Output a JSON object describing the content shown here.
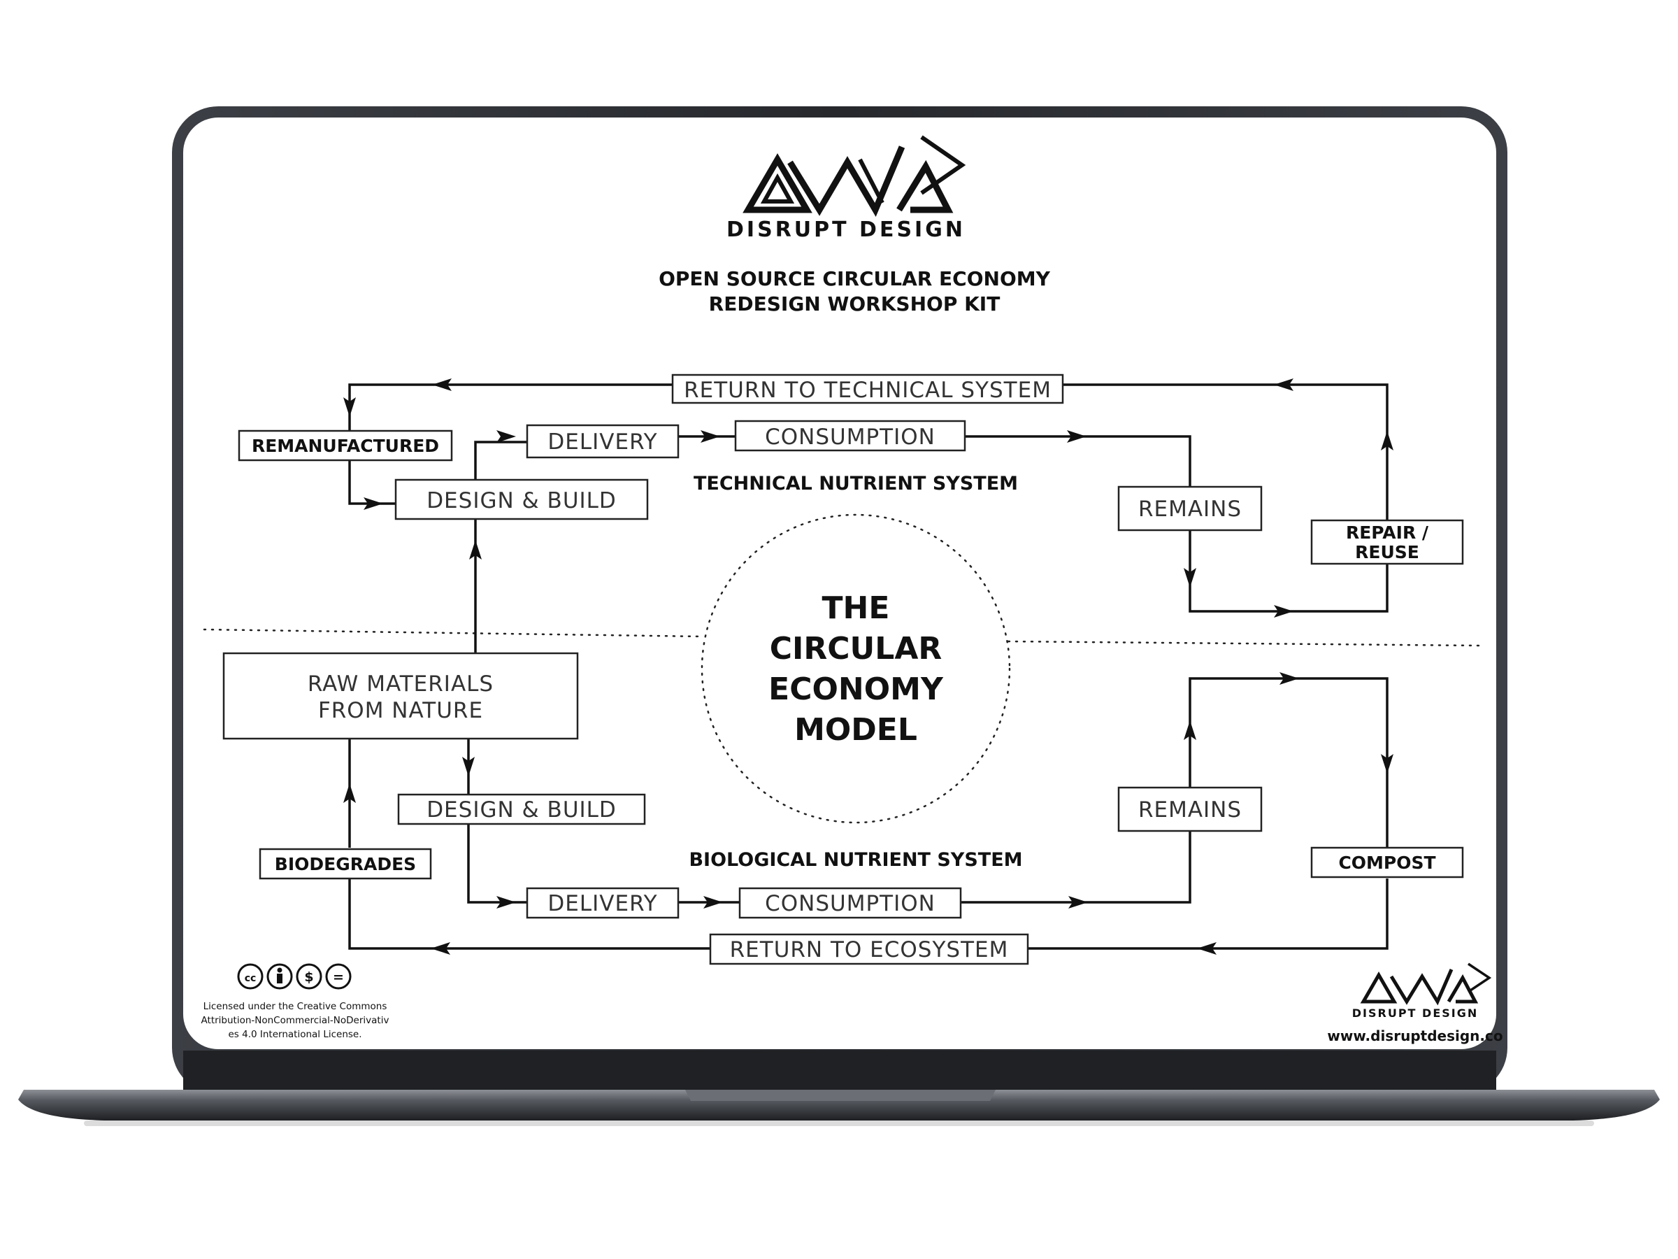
{
  "brand": {
    "name": "DISRUPT DESIGN",
    "footer_name": "DISRUPT DESIGN",
    "website": "www.disruptdesign.co"
  },
  "header": {
    "title_line1": "OPEN SOURCE CIRCULAR ECONOMY",
    "title_line2": "REDESIGN WORKSHOP KIT"
  },
  "center": {
    "lines": [
      "THE",
      "CIRCULAR",
      "ECONOMY",
      "MODEL"
    ]
  },
  "technical": {
    "system_label": "TECHNICAL NUTRIENT SYSTEM",
    "return": "RETURN TO TECHNICAL SYSTEM",
    "remanufactured": "REMANUFACTURED",
    "delivery": "DELIVERY",
    "consumption": "CONSUMPTION",
    "design_build": "DESIGN & BUILD",
    "remains": "REMAINS",
    "repair_line1": "REPAIR /",
    "repair_line2": "REUSE"
  },
  "biological": {
    "system_label": "BIOLOGICAL NUTRIENT SYSTEM",
    "raw_line1": "RAW MATERIALS",
    "raw_line2": "FROM NATURE",
    "design_build": "DESIGN & BUILD",
    "biodegrades": "BIODEGRADES",
    "delivery": "DELIVERY",
    "consumption": "CONSUMPTION",
    "remains": "REMAINS",
    "compost": "COMPOST",
    "return": "RETURN TO ECOSYSTEM"
  },
  "license": {
    "icons": [
      "cc",
      "by",
      "$",
      "="
    ],
    "line1": "Licensed under the Creative Commons",
    "line2": "Attribution-NonCommercial-NoDerivativ",
    "line3": "es 4.0 International License."
  },
  "colors": {
    "bezel": "#2b2e33",
    "screen": "#ffffff",
    "ink": "#111111",
    "chin": "#1f2124",
    "base": "#3a3d42"
  }
}
